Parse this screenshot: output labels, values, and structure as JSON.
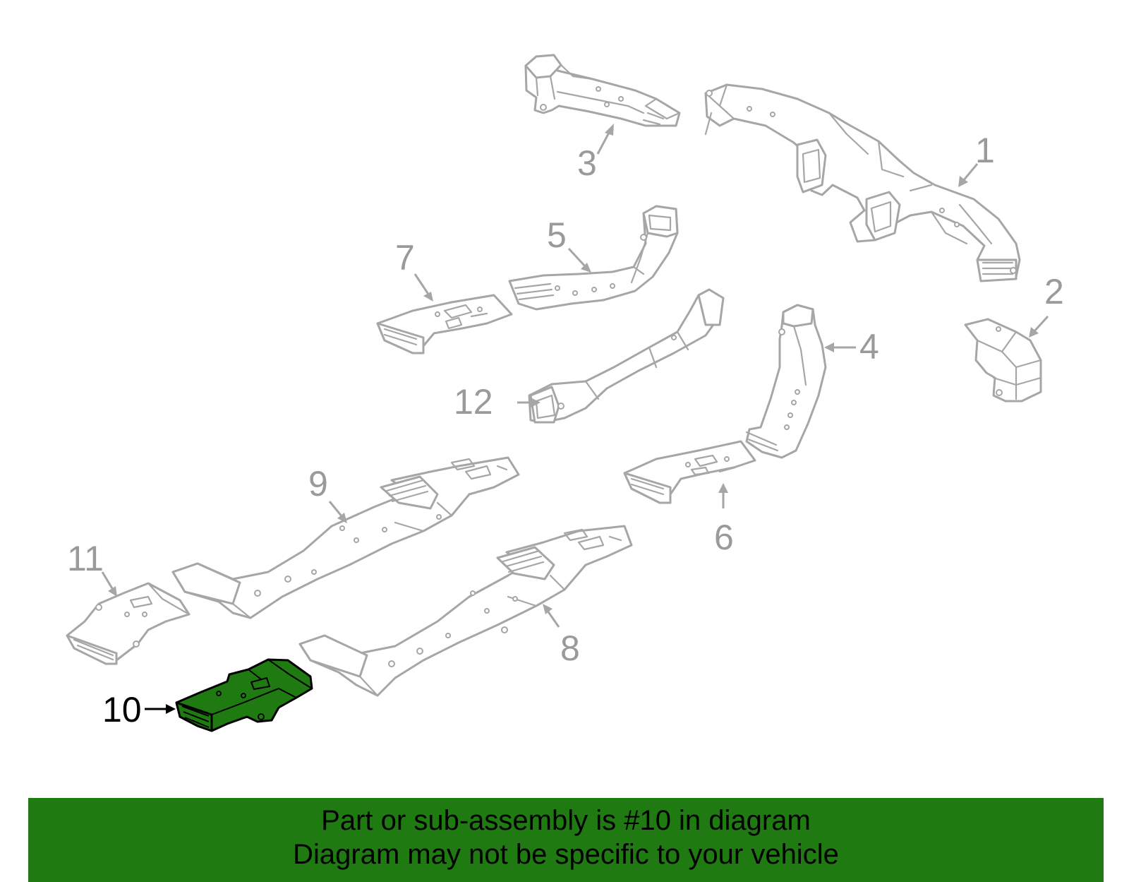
{
  "callouts": {
    "c1": "1",
    "c2": "2",
    "c3": "3",
    "c4": "4",
    "c5": "5",
    "c6": "6",
    "c7": "7",
    "c8": "8",
    "c9": "9",
    "c10": "10",
    "c11": "11",
    "c12": "12"
  },
  "selected_part": "10",
  "colors": {
    "highlight": "#1f7a12",
    "outline": "#a6a6a6",
    "text_muted": "#9a9a9a"
  },
  "banner": {
    "line1": "Part or sub-assembly is #10 in diagram",
    "line2": "Diagram may not be specific to your vehicle"
  }
}
